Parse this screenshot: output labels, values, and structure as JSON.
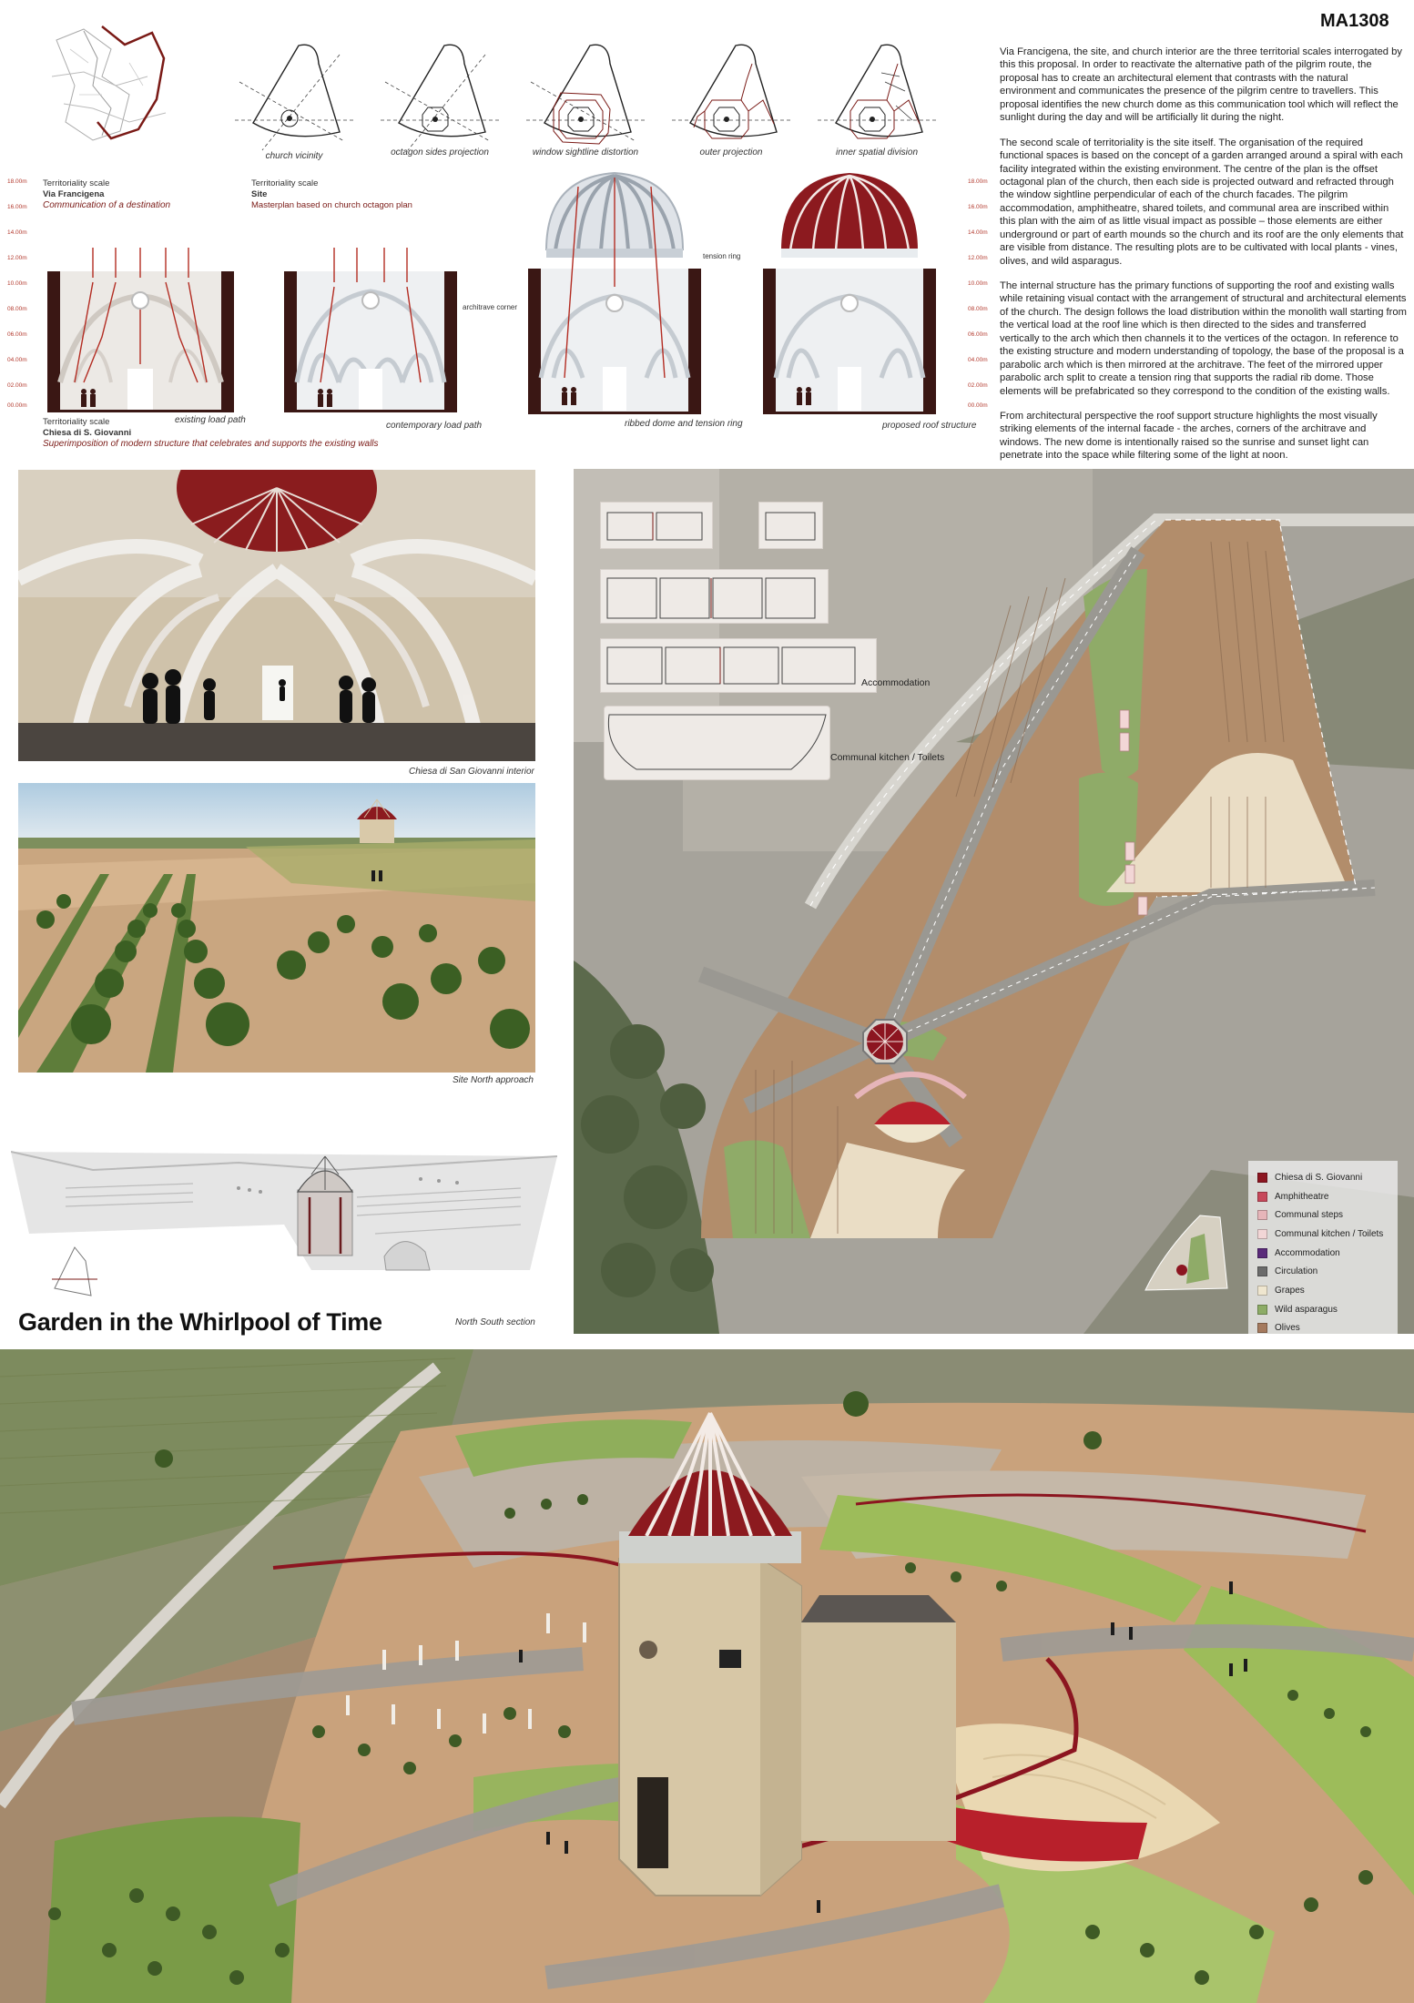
{
  "board_code": "MA1308",
  "title": "Garden in the Whirlpool of Time",
  "octagon_diagrams": [
    {
      "caption": "church vicinity"
    },
    {
      "caption": "octagon sides projection"
    },
    {
      "caption": "window sightline distortion"
    },
    {
      "caption": "outer projection"
    },
    {
      "caption": "inner spatial division"
    }
  ],
  "scale_blocks": {
    "via_francigena": {
      "line1": "Territoriality scale",
      "line2": "Via Francigena",
      "line3": "Communication of a destination"
    },
    "site": {
      "line1": "Territoriality scale",
      "line2": "Site",
      "line3": "Masterplan based on church octagon plan"
    },
    "church": {
      "line1": "Territoriality scale",
      "line2": "Chiesa di S. Giovanni",
      "line3": "Superimposition of modern structure that celebrates and supports the existing walls"
    }
  },
  "sections": [
    {
      "caption": "existing load path"
    },
    {
      "caption": "contemporary load path",
      "note": "architrave corner"
    },
    {
      "caption": "ribbed dome and tension ring",
      "note": "tension ring"
    },
    {
      "caption": "proposed roof structure"
    }
  ],
  "scale_ticks": [
    "18.00m",
    "16.00m",
    "14.00m",
    "12.00m",
    "10.00m",
    "08.00m",
    "06.00m",
    "04.00m",
    "02.00m",
    "00.00m"
  ],
  "description": [
    "Via Francigena, the site, and church interior are the three territorial scales interrogated by this this proposal. In order to reactivate the alternative path of the pilgrim route, the proposal has to create an architectural element that contrasts with the natural environment and communicates the presence of the pilgrim centre to travellers. This proposal identifies the new church dome as this communication tool which will reflect the sunlight during the day and will be artificially lit during the night.",
    "The second scale of territoriality is the site itself. The organisation of the required functional spaces is based on the concept of a garden arranged around a spiral with each facility integrated within the existing environment. The centre of the plan is the offset octagonal plan of the church, then each side is projected outward and refracted through the window sightline perpendicular of each of the church facades. The pilgrim accommodation, amphitheatre, shared toilets, and communal area are inscribed within this plan with the aim of as little visual impact as possible – those elements are either underground or part of earth mounds so the church and its roof are the only elements that are visible from distance. The resulting plots are to be cultivated with local plants - vines, olives, and wild asparagus.",
    "The internal structure has the primary functions of supporting the roof and existing walls while retaining visual contact with the arrangement of structural and architectural elements of the church. The design follows the load distribution within the monolith wall starting from the vertical load at the roof line which is then directed to the sides and transferred vertically to the arch which then channels it to the vertices of the octagon. In reference to the existing structure and modern understanding of topology, the base of the proposal is a parabolic arch which is then mirrored at the architrave. The feet of the mirrored upper parabolic arch split to create a tension ring that supports the radial rib dome. Those elements will be prefabricated so they correspond to the condition of the existing walls.",
    "From architectural perspective the roof support structure highlights the most visually striking elements of the internal facade - the arches, corners of the architrave and windows. The new dome is intentionally raised so the sunrise and sunset light can penetrate into the space while filtering some of the light at noon."
  ],
  "renders": {
    "interior_caption": "Chiesa di San Giovanni interior",
    "north_approach_caption": "Site North approach",
    "section_caption": "North South section"
  },
  "site_plan": {
    "accommodation_label": "Accommodation",
    "kitchen_label": "Communal kitchen / Toilets",
    "legend": [
      {
        "label": "Chiesa di S. Giovanni",
        "color": "#8c1520"
      },
      {
        "label": "Amphitheatre",
        "color": "#c7485a"
      },
      {
        "label": "Communal steps",
        "color": "#e6b5b9"
      },
      {
        "label": "Communal kitchen / Toilets",
        "color": "#f2d6d6"
      },
      {
        "label": "Accommodation",
        "color": "#5a2a7a"
      },
      {
        "label": "Circulation",
        "color": "#6b6b6b"
      },
      {
        "label": "Grapes",
        "color": "#efe6cf"
      },
      {
        "label": "Wild asparagus",
        "color": "#8dac66"
      },
      {
        "label": "Olives",
        "color": "#a57a5e"
      }
    ]
  }
}
